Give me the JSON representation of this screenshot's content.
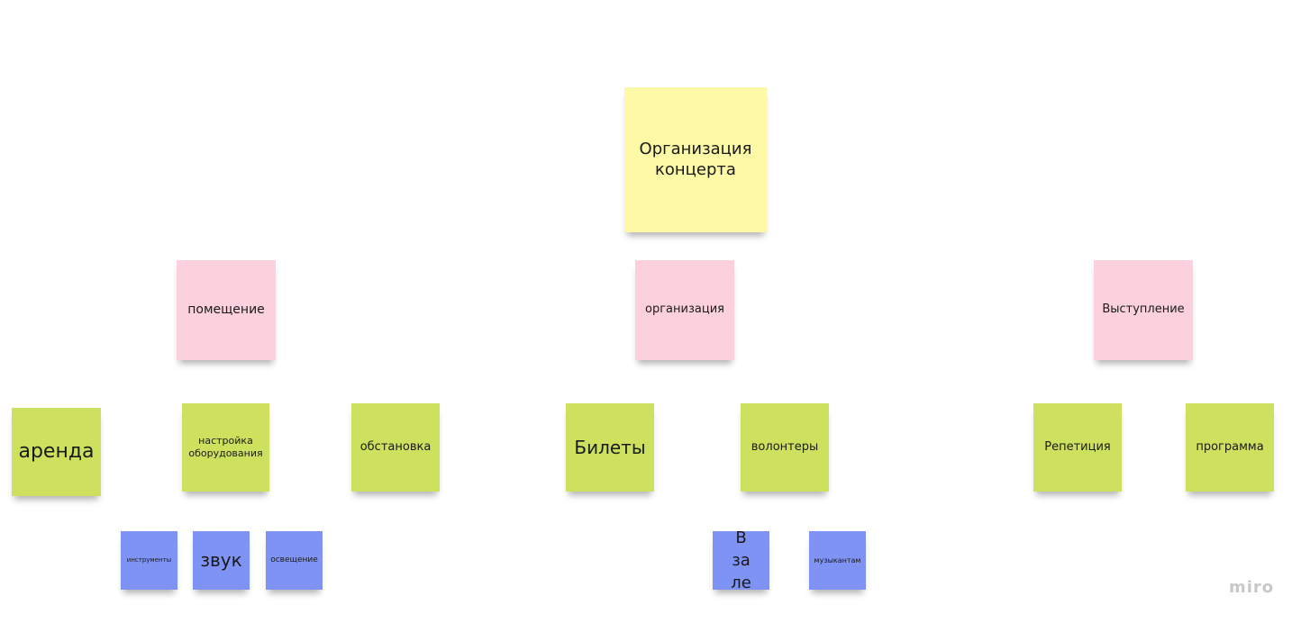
{
  "board": {
    "notes": {
      "root": {
        "text": "Организация концерта",
        "color": "#fdf9a6"
      },
      "room": {
        "text": "помещение",
        "color": "#fcd0dd"
      },
      "org": {
        "text": "организация",
        "color": "#fcd0dd"
      },
      "perf": {
        "text": "Выступление",
        "color": "#fcd0dd"
      },
      "rent": {
        "text": "аренда",
        "color": "#cde15f"
      },
      "setup": {
        "text": "настройка оборудования",
        "color": "#cde15f"
      },
      "decor": {
        "text": "обстановка",
        "color": "#cde15f"
      },
      "tickets": {
        "text": "Билеты",
        "color": "#cde15f"
      },
      "vols": {
        "text": "волонтеры",
        "color": "#cde15f"
      },
      "rehearse": {
        "text": "Репетиция",
        "color": "#cde15f"
      },
      "program": {
        "text": "программа",
        "color": "#cde15f"
      },
      "instr": {
        "text": "инструменты",
        "color": "#7f93f5"
      },
      "sound": {
        "text": "звук",
        "color": "#7f93f5"
      },
      "light": {
        "text": "освещение",
        "color": "#7f93f5"
      },
      "hall": {
        "text": "В зале",
        "color": "#7f93f5"
      },
      "musician": {
        "text": "музыкантам",
        "color": "#7f93f5"
      }
    },
    "brand": "miro"
  }
}
